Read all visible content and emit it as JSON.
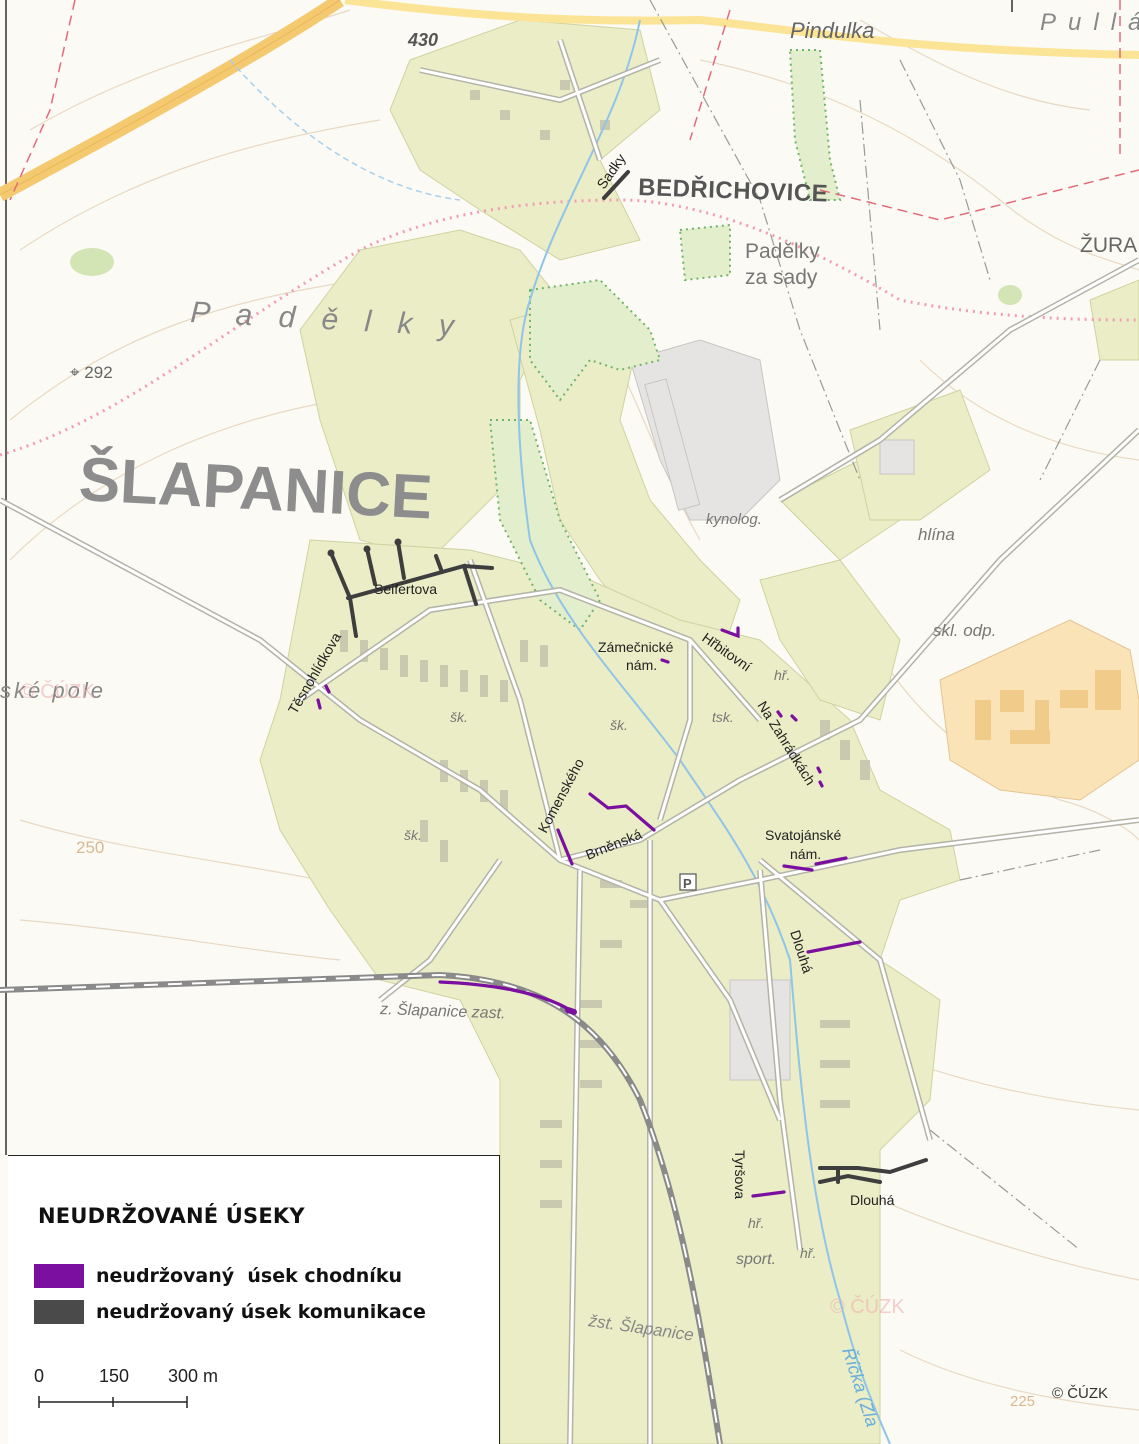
{
  "map": {
    "town_label": "ŠLAPANICE",
    "village_label": "BEDŘICHOVICE",
    "partial_label_right": "ŽURA",
    "road_number": "430",
    "elevation_point": "292",
    "contour_250": "250",
    "contour_225": "225",
    "field_name_top": "Pindulka",
    "field_name_top_right": "Pullán",
    "field_name_big": "P a d ě l k y",
    "field_name_mid": "Padělky",
    "field_name_mid2": "za sady",
    "field_left": "ské pole",
    "kynolog": "kynolog.",
    "hlina": "hlína",
    "skl_odp": "skl. odp.",
    "station": "z. Šlapanice zast.",
    "station2": "žst. Šlapanice",
    "stream": "Říčka (Zla",
    "sport": "sport.",
    "hr1": "hř.",
    "hr2": "hř.",
    "hr3": "hř.",
    "sk1": "šk.",
    "sk2": "šk.",
    "sk3": "šk.",
    "tsk": "tsk.",
    "parking": "P",
    "copyright": "© ČÚZK",
    "watermark1": "© ČÚZK",
    "watermark2": "© ČÚZK",
    "streets": {
      "sadky": "Sadky",
      "seifertova": "Seifertova",
      "tesnohlidkova": "Těsnohlídkova",
      "zamecnicke_1": "Zámečnické",
      "zamecnicke_2": "nám.",
      "hrbitovni": "Hřbitovní",
      "na_zahradkach": "Na Zahrádkách",
      "komenskeho": "Komenského",
      "brnenska": "Brněnská",
      "svatojanske_1": "Svatojánské",
      "svatojanske_2": "nám.",
      "dlouha_1": "Dlouhá",
      "dlouha_2": "Dlouhá",
      "tyrsova": "Tyršova"
    },
    "colors": {
      "sidewalk": "#7a0fa0",
      "road": "#3c3c3c",
      "background": "#fbfaf3",
      "built_up": "#e9ecc3",
      "text": "#555555"
    }
  },
  "legend": {
    "title": "NEUDRŽOVANÉ ÚSEKY",
    "items": [
      {
        "label": "neudržovaný  úsek chodníku",
        "color": "#7a0fa0"
      },
      {
        "label": "neudržovaný úsek komunikace",
        "color": "#4a4a4a"
      }
    ],
    "scale": {
      "labels": [
        "0",
        "150",
        "300 m"
      ]
    }
  }
}
